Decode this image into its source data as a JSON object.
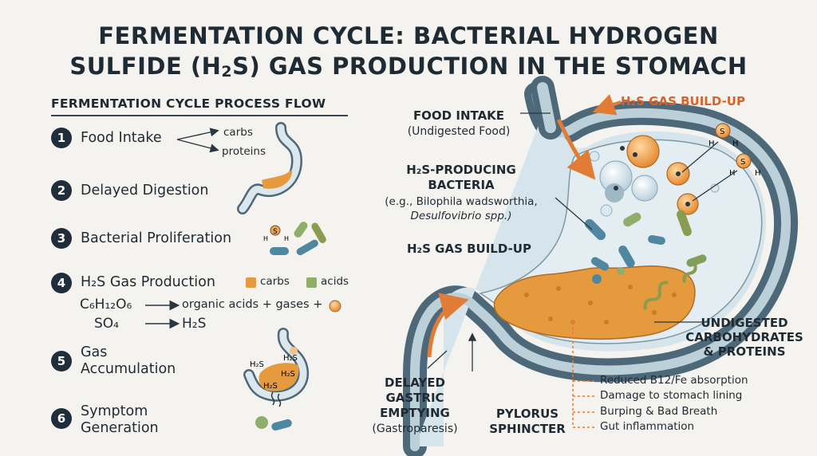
{
  "title": {
    "line1": "FERMENTATION CYCLE: BACTERIAL HYDROGEN",
    "line2_pre": "SULFIDE (H",
    "line2_sub": "2",
    "line2_post": "S) GAS PRODUCTION IN THE STOMACH"
  },
  "flow": {
    "heading": "FERMENTATION CYCLE PROCESS FLOW",
    "steps": [
      {
        "num": "1",
        "label": "Food Intake"
      },
      {
        "num": "2",
        "label": "Delayed Digestion"
      },
      {
        "num": "3",
        "label": "Bacterial Proliferation"
      },
      {
        "num": "4",
        "label": "H₂S Gas Production"
      },
      {
        "num": "5",
        "label": "Gas Accumulation"
      },
      {
        "num": "6",
        "label": "Symptom Generation"
      }
    ],
    "intake_branches": [
      "carbs",
      "proteins"
    ],
    "legend": [
      "carbs",
      "acids"
    ],
    "equation1_left": "C₆H₁₂O₆",
    "equation1_right": "organic acids + gases +",
    "equation2_left": "SO₄",
    "equation2_right": "H₂S",
    "molecule_label": "H₂S",
    "h2s_atoms": {
      "s": "S",
      "h": "H"
    }
  },
  "diagram": {
    "food_intake_title": "FOOD INTAKE",
    "food_intake_sub": "(Undigested Food)",
    "buildup_top": "H₂S GAS BUILD-UP",
    "bacteria_title_1": "H₂S-PRODUCING",
    "bacteria_title_2": "BACTERIA",
    "bacteria_examples_1": "(e.g., Bilophila wadsworthia,",
    "bacteria_examples_2": "Desulfovibrio spp.)",
    "buildup_mid": "H₂S GAS BUILD-UP",
    "undigested_1": "UNDIGESTED",
    "undigested_2": "CARBOHYDRATES",
    "undigested_3": "& PROTEINS",
    "delayed_1": "DELAYED",
    "delayed_2": "GASTRIC",
    "delayed_3": "EMPTYING",
    "delayed_4": "(Gastroparesis)",
    "pylorus_1": "PYLORUS",
    "pylorus_2": "SPHINCTER",
    "symptoms": [
      "Reduced B12/Fe absorption",
      "Damage to stomach lining",
      "Burping & Bad Breath",
      "Gut inflammation"
    ]
  },
  "colors": {
    "orange": "#e07c35",
    "food": "#e69a3e",
    "wall": "#4d6878",
    "lining": "#c8d9e0",
    "bacteria_teal": "#4f86a0",
    "bacteria_green": "#7ba15d",
    "bacteria_olive": "#8a9c4f"
  }
}
